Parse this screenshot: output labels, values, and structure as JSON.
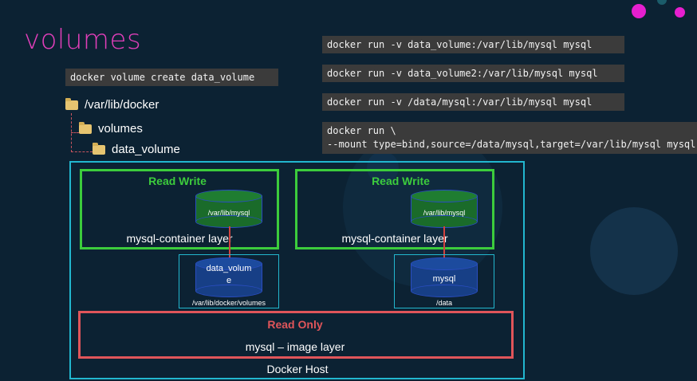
{
  "slide": {
    "title": "volumes"
  },
  "commands": {
    "create": "docker volume create data_volume",
    "run1": "docker run -v data_volume:/var/lib/mysql mysql",
    "run2": "docker run -v data_volume2:/var/lib/mysql mysql",
    "run3": "docker run -v /data/mysql:/var/lib/mysql mysql",
    "run4": "docker run \\\n--mount type=bind,source=/data/mysql,target=/var/lib/mysql mysql"
  },
  "tree": {
    "root": "/var/lib/docker",
    "child": "volumes",
    "grandchild": "data_volume"
  },
  "diagram": {
    "host_label": "Docker Host",
    "left": {
      "rw_label": "Read Write",
      "layer_label": "mysql-container layer",
      "container_cyl": "/var/lib/mysql",
      "volume_cyl": "data_volum e",
      "volume_path": "/var/lib/docker/volumes"
    },
    "right": {
      "rw_label": "Read Write",
      "layer_label": "mysql-container layer",
      "container_cyl": "/var/lib/mysql",
      "volume_cyl": "mysql",
      "volume_path": "/data"
    },
    "readonly_label": "Read Only",
    "image_layer_label": "mysql – image layer"
  },
  "colors": {
    "background": "#0c2233",
    "title": "#e13fba",
    "rw_green": "#3ccc3c",
    "ro_red": "#e0555a",
    "host_cyan": "#22b7cf",
    "dot_magenta": "#e61fcf"
  }
}
